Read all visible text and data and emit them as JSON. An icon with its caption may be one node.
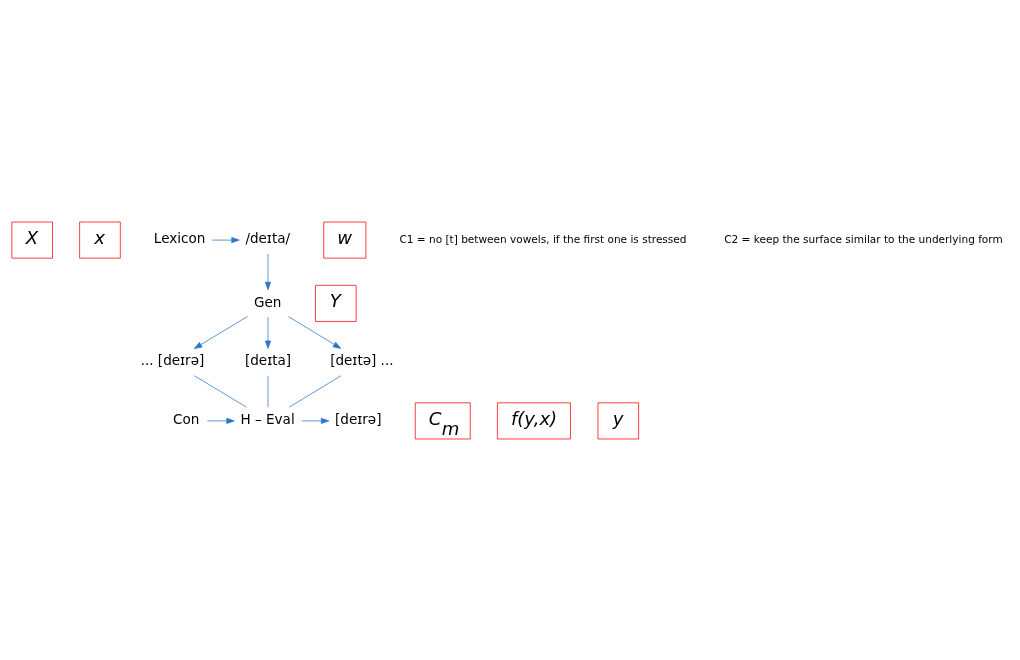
{
  "diagram": {
    "nodes": [
      {
        "text": [
          "X"
        ]
      },
      {
        "text": [
          "x"
        ]
      },
      {
        "text": [
          "Lexicon"
        ]
      },
      {
        "text": [
          "/deɪta/"
        ]
      },
      {
        "text": [
          "Gen"
        ]
      },
      {
        "text": [
          "Y"
        ]
      },
      {
        "text": [
          "... [deɪrə]"
        ]
      },
      {
        "text": [
          "[deɪta]"
        ]
      },
      {
        "text": [
          "[deɪtə] ..."
        ]
      },
      {
        "text": [
          "C$_{m}$"
        ]
      },
      {
        "text": [
          "f(y,x)"
        ]
      },
      {
        "text": [
          "y"
        ]
      },
      {
        "text": [
          "Con"
        ]
      },
      {
        "text": [
          "H – Eval"
        ]
      },
      {
        "text": [
          "[deɪrə]"
        ]
      },
      {
        "text": [
          "w"
        ]
      }
    ],
    "edges": [
      {
        "from": 2,
        "to": 3,
        "arrow": "to"
      },
      {
        "from": 3,
        "to": 4,
        "arrow": "to"
      },
      {
        "from": 4,
        "to": 6,
        "arrow": "to"
      },
      {
        "from": 4,
        "to": 7,
        "arrow": "to"
      },
      {
        "from": 4,
        "to": 8,
        "arrow": "to"
      },
      {
        "from": 6,
        "to": 13,
        "arrow": "none"
      },
      {
        "from": 7,
        "to": 13,
        "arrow": "none"
      },
      {
        "from": 8,
        "to": 13,
        "arrow": "none"
      },
      {
        "from": 12,
        "to": 13,
        "arrow": "to"
      },
      {
        "from": 13,
        "to": 14,
        "arrow": "to"
      }
    ],
    "labels": [
      "C1 = no [t] between vowels, if the first one is stressed",
      "C2 = keep the surface similar to the underlying form"
    ]
  }
}
